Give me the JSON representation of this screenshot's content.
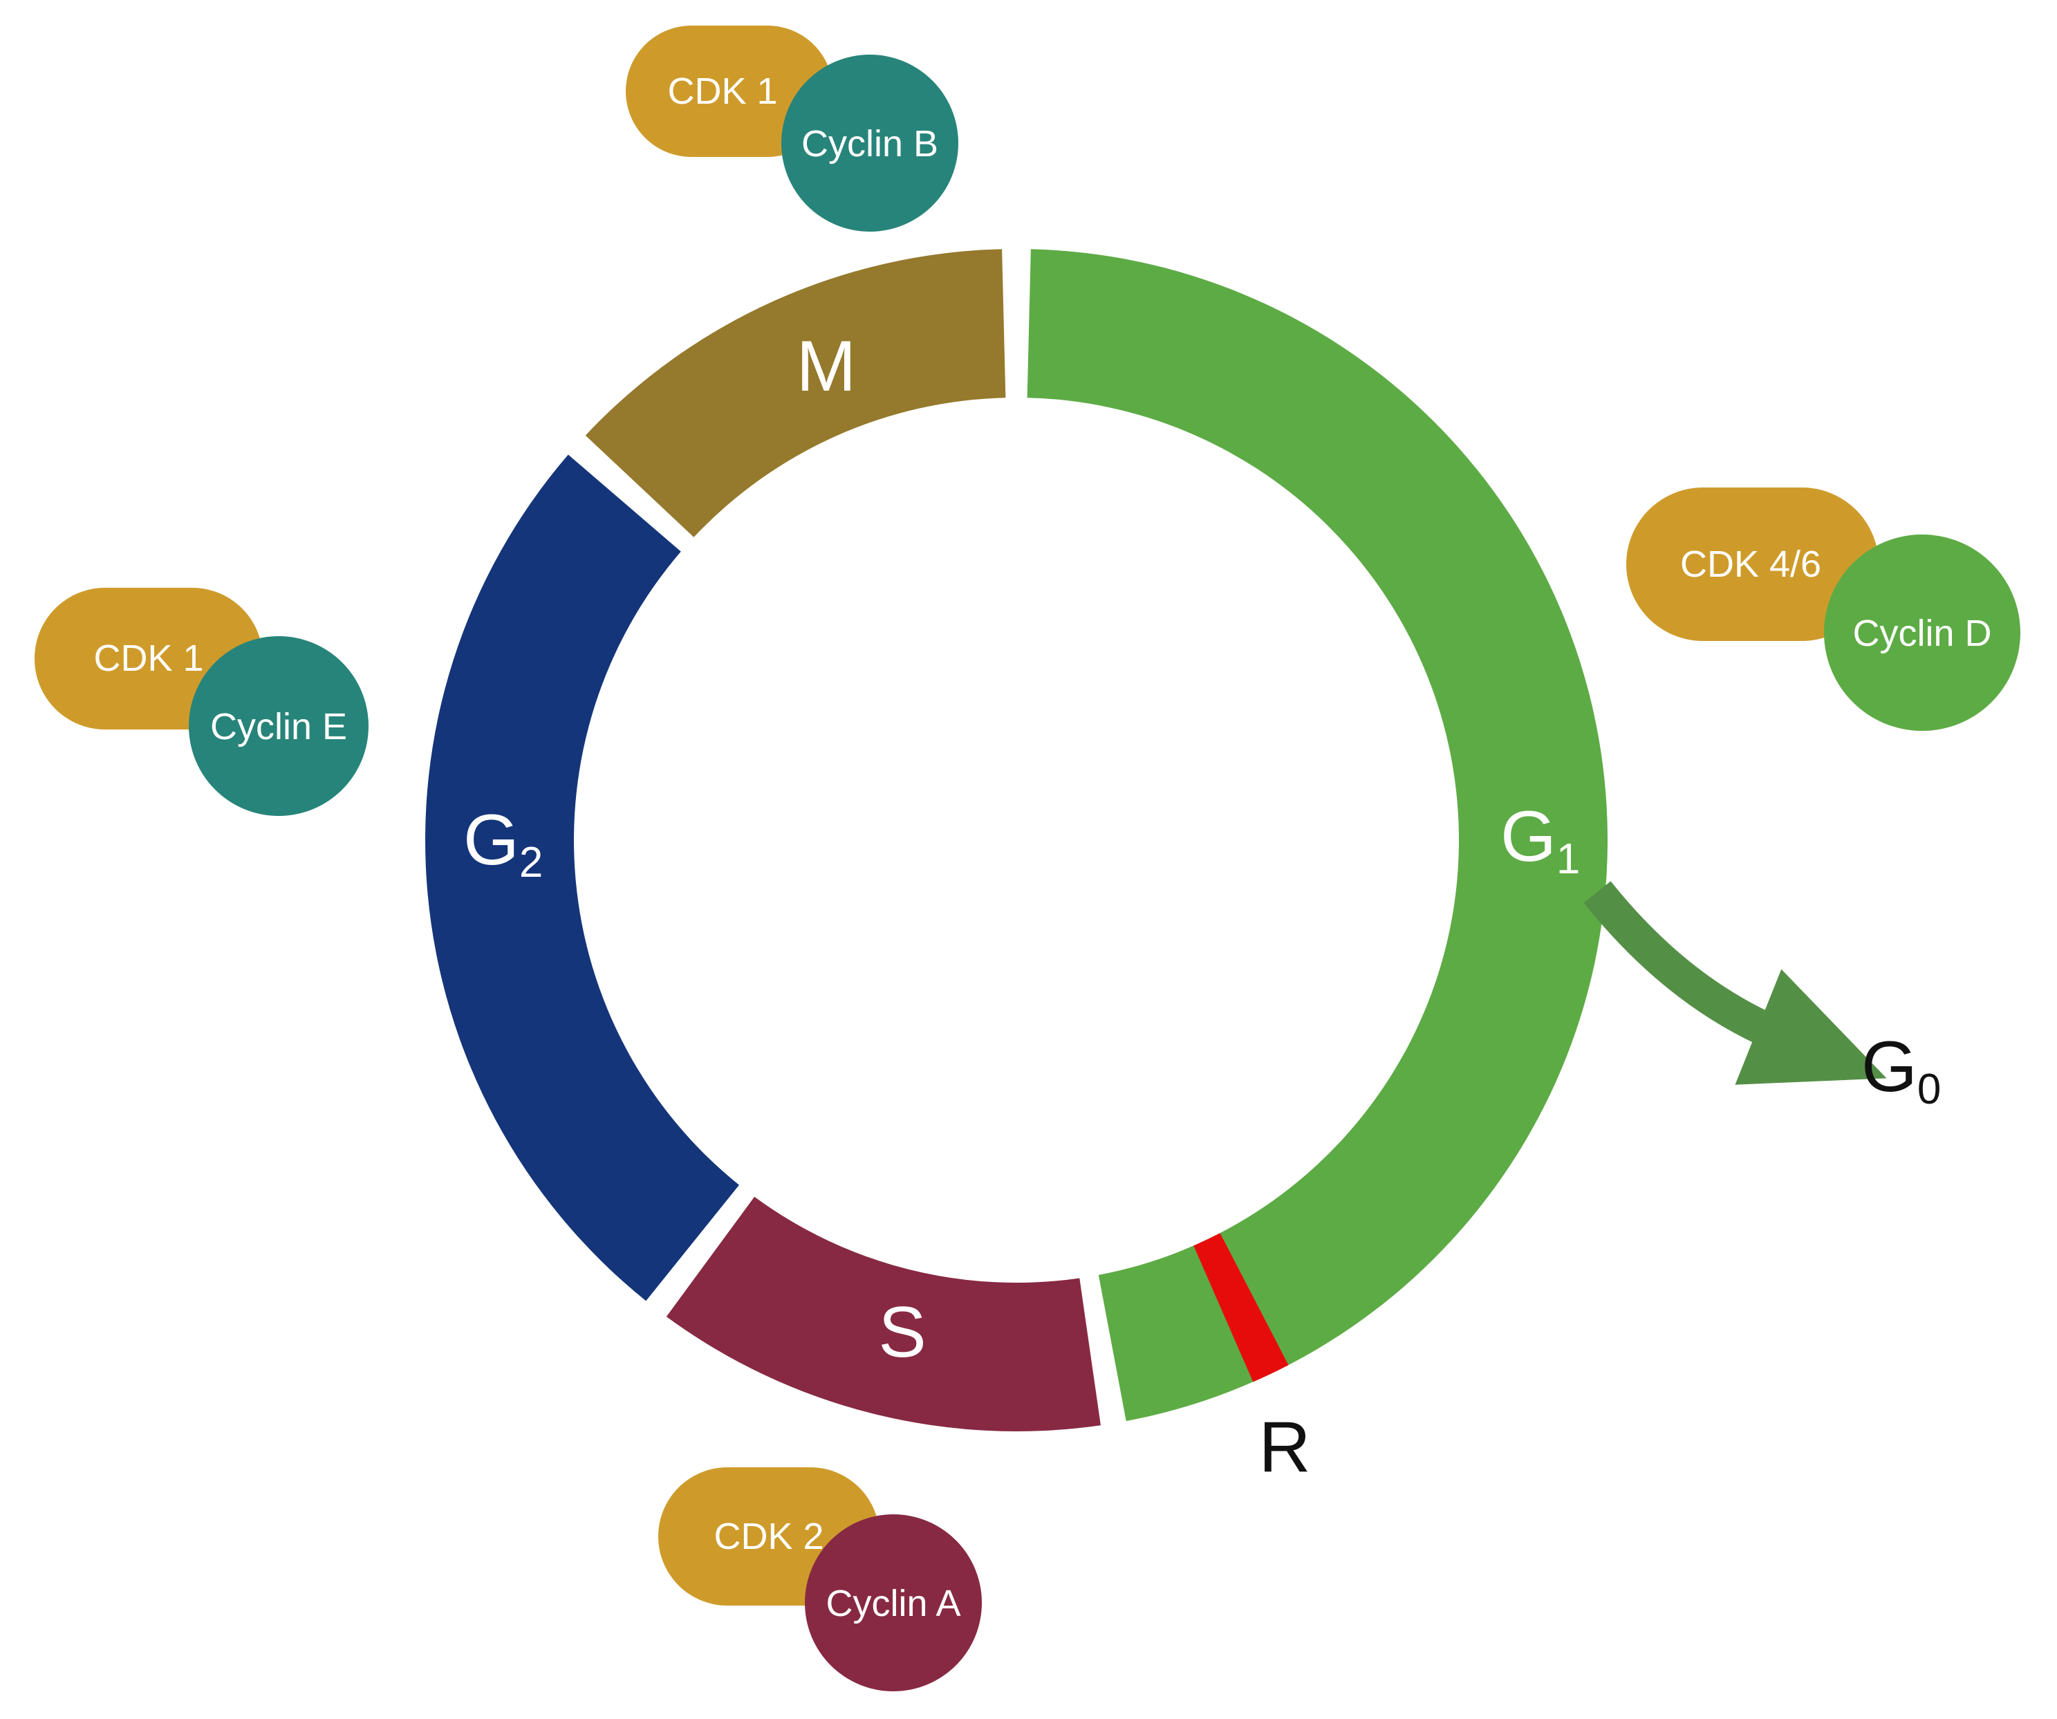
{
  "phases": {
    "g1": {
      "letter": "G",
      "sub": "1",
      "color": "#5dab45"
    },
    "s": {
      "label": "S",
      "color": "#872942"
    },
    "g2": {
      "letter": "G",
      "sub": "2",
      "color": "#15357a"
    },
    "m": {
      "label": "M",
      "color": "#95792c"
    }
  },
  "restriction_point": {
    "label": "R",
    "color": "#e70c0c"
  },
  "exit": {
    "letter": "G",
    "sub": "0",
    "arrow_color": "#548f46"
  },
  "complexes": {
    "cdk1_cyclinB": {
      "cdk": "CDK 1",
      "cyclin": "Cyclin B",
      "cdk_color": "#ce9b2b",
      "cyclin_color": "#27847a"
    },
    "cdk46_cyclinD": {
      "cdk": "CDK 4/6",
      "cyclin": "Cyclin D",
      "cdk_color": "#ce9b2b",
      "cyclin_color": "#5dab45"
    },
    "cdk1_cyclinE": {
      "cdk": "CDK 1",
      "cyclin": "Cyclin E",
      "cdk_color": "#ce9b2b",
      "cyclin_color": "#27847a"
    },
    "cdk2_cyclinA": {
      "cdk": "CDK 2",
      "cyclin": "Cyclin A",
      "cdk_color": "#ce9b2b",
      "cyclin_color": "#872942"
    }
  }
}
